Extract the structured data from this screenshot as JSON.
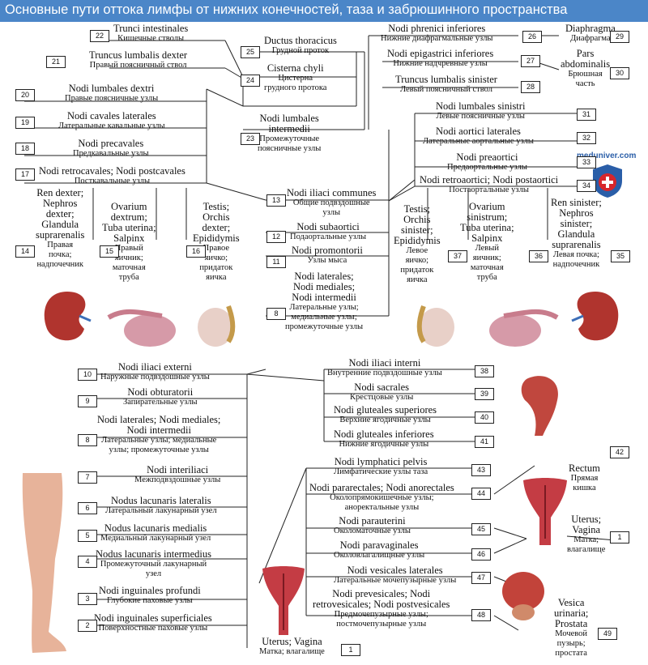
{
  "header": {
    "title": "Основные пути оттока лимфы от нижних конечностей, таза и забрюшинного пространства"
  },
  "logo": {
    "text": "meduniver.com"
  },
  "groups": [
    {
      "lat": "Trunci intestinales",
      "ru": "Кишечные стволы"
    },
    {
      "lat": "Truncus lumbalis dexter",
      "ru": "Правый поясничный ствол"
    },
    {
      "lat": "Nodi lumbales dextri",
      "ru": "Правые поясничные узлы"
    },
    {
      "lat": "Nodi cavales laterales",
      "ru": "Латеральные кавальные узлы"
    },
    {
      "lat": "Nodi precavales",
      "ru": "Предкавальные узлы"
    },
    {
      "lat": "Nodi retrocavales; Nodi postcavales",
      "ru": "Посткавальные узлы"
    },
    {
      "lat": "Ductus thoracicus",
      "ru": "Грудной проток"
    },
    {
      "lat": "Cisterna chyli",
      "ru": "Цистерна\nгрудного протока"
    },
    {
      "lat": "Nodi lumbales\nintermedii",
      "ru": "Промежуточные\nпоясничные узлы"
    },
    {
      "lat": "Nodi phrenici inferiores",
      "ru": "Нижние диафрагмальные узлы"
    },
    {
      "lat": "Nodi epigastrici inferiores",
      "ru": "Нижние надчревные узлы"
    },
    {
      "lat": "Truncus lumbalis sinister",
      "ru": "Левый поясничный ствол"
    },
    {
      "lat": "Diaphragma",
      "ru": "Диафрагма"
    },
    {
      "lat": "Pars\nabdominalis",
      "ru": "Брюшная\nчасть"
    },
    {
      "lat": "Nodi lumbales sinistri",
      "ru": "Левые поясничные узлы"
    },
    {
      "lat": "Nodi aortici laterales",
      "ru": "Латеральные аортальные узлы"
    },
    {
      "lat": "Nodi preaortici",
      "ru": "Предаортальные узлы"
    },
    {
      "lat": "Nodi retroaortici; Nodi postaortici",
      "ru": "Постаортальные узлы"
    },
    {
      "lat": "Nodi iliaci communes",
      "ru": "Общие подвздошные\nузлы"
    },
    {
      "lat": "Nodi subaortici",
      "ru": "Подаортальные узлы"
    },
    {
      "lat": "Nodi promontorii",
      "ru": "Узлы мыса"
    },
    {
      "lat": "Nodi laterales;\nNodi mediales;\nNodi intermedii",
      "ru": "Латеральные узлы;\nмедиальные узлы;\nпромежуточные узлы"
    },
    {
      "lat": "Ren dexter;\nNephros\ndexter;\nGlandula\nsuprarenalis",
      "ru": "Правая\nпочка;\nнадпочечник"
    },
    {
      "lat": "Ovarium\ndextrum;\nTuba uterina;\nSalpinx",
      "ru": "Правый\nяичник;\nматочная\nтруба"
    },
    {
      "lat": "Testis;\nOrchis\ndexter;\nEpididymis",
      "ru": "Правое\nяичко;\nпридаток\nяичка"
    },
    {
      "lat": "Testis;\nOrchis\nsinister;\nEpididymis",
      "ru": "Левое\nяичко;\nпридаток\nяичка"
    },
    {
      "lat": "Ovarium\nsinistrum;\nTuba uterina;\nSalpinx",
      "ru": "Левый\nяичник;\nматочная\nтруба"
    },
    {
      "lat": "Ren sinister;\nNephros\nsinister;\nGlandula\nsuprarenalis",
      "ru": "Левая почка;\nнадпочечник"
    },
    {
      "lat": "Nodi iliaci externi",
      "ru": "Наружные подвздошные узлы"
    },
    {
      "lat": "Nodi obturatorii",
      "ru": "Запирательные узлы"
    },
    {
      "lat": "Nodi laterales; Nodi mediales;\nNodi intermedii",
      "ru": "Латеральные узлы; медиальные\nузлы; промежуточные узлы"
    },
    {
      "lat": "Nodi interiliaci",
      "ru": "Межподвздошные узлы"
    },
    {
      "lat": "Nodus lacunaris lateralis",
      "ru": "Латеральный лакунарный узел"
    },
    {
      "lat": "Nodus lacunaris medialis",
      "ru": "Медиальный лакунарный узел"
    },
    {
      "lat": "Nodus lacunaris intermedius",
      "ru": "Промежуточный лакунарный\nузел"
    },
    {
      "lat": "Nodi inguinales profundi",
      "ru": "Глубокие паховые узлы"
    },
    {
      "lat": "Nodi inguinales superficiales",
      "ru": "Поверхностные паховые узлы"
    },
    {
      "lat": "Uterus; Vagina",
      "ru": "Матка; влагалище"
    },
    {
      "lat": "Nodi iliaci interni",
      "ru": "Внутренние подвздошные узлы"
    },
    {
      "lat": "Nodi sacrales",
      "ru": "Крестцовые узлы"
    },
    {
      "lat": "Nodi gluteales superiores",
      "ru": "Верхние ягодичные узлы"
    },
    {
      "lat": "Nodi gluteales inferiores",
      "ru": "Нижние ягодичные узлы"
    },
    {
      "lat": "Nodi lymphatici pelvis",
      "ru": "Лимфатические узлы таза"
    },
    {
      "lat": "Nodi pararectales; Nodi anorectales",
      "ru": "Околопрямокишечные узлы;\nаноректальные узлы"
    },
    {
      "lat": "Nodi parauterini",
      "ru": "Околоматочные узлы"
    },
    {
      "lat": "Nodi paravaginales",
      "ru": "Околовлагалищные узлы"
    },
    {
      "lat": "Nodi vesicales laterales",
      "ru": "Латеральные мочепузырные узлы"
    },
    {
      "lat": "Nodi prevesicales; Nodi\nretrovesicales; Nodi postvesicales",
      "ru": "Предмочепузырные узлы;\nпостмочепузырные узлы"
    },
    {
      "lat": "Rectum",
      "ru": "Прямая\nкишка"
    },
    {
      "lat": "Uterus;\nVagina",
      "ru": "Матка;\nвлагалище"
    },
    {
      "lat": "Vesica\nurinaria;\nProstata",
      "ru": "Мочевой\nпузырь;\nпростата"
    }
  ],
  "numbers": [
    "22",
    "21",
    "20",
    "19",
    "18",
    "17",
    "25",
    "24",
    "23",
    "26",
    "27",
    "28",
    "29",
    "30",
    "31",
    "32",
    "33",
    "34",
    "13",
    "12",
    "11",
    "8",
    "14",
    "15",
    "16",
    "37",
    "36",
    "35",
    "10",
    "9",
    "8",
    "7",
    "6",
    "5",
    "4",
    "3",
    "2",
    "1",
    "38",
    "39",
    "40",
    "41",
    "43",
    "44",
    "45",
    "46",
    "47",
    "48",
    "42",
    "1",
    "49"
  ],
  "colors": {
    "header": "#4b86c8",
    "organ": "#b0342e",
    "lines": "#222222"
  },
  "icons": [
    "kidney-right-icon",
    "ovary-right-icon",
    "testis-right-icon",
    "testis-left-icon",
    "ovary-left-icon",
    "kidney-left-icon",
    "rectum-icon",
    "uterus-icon",
    "bladder-icon",
    "uterus-small-icon",
    "leg-icon",
    "medical-shield-icon"
  ]
}
